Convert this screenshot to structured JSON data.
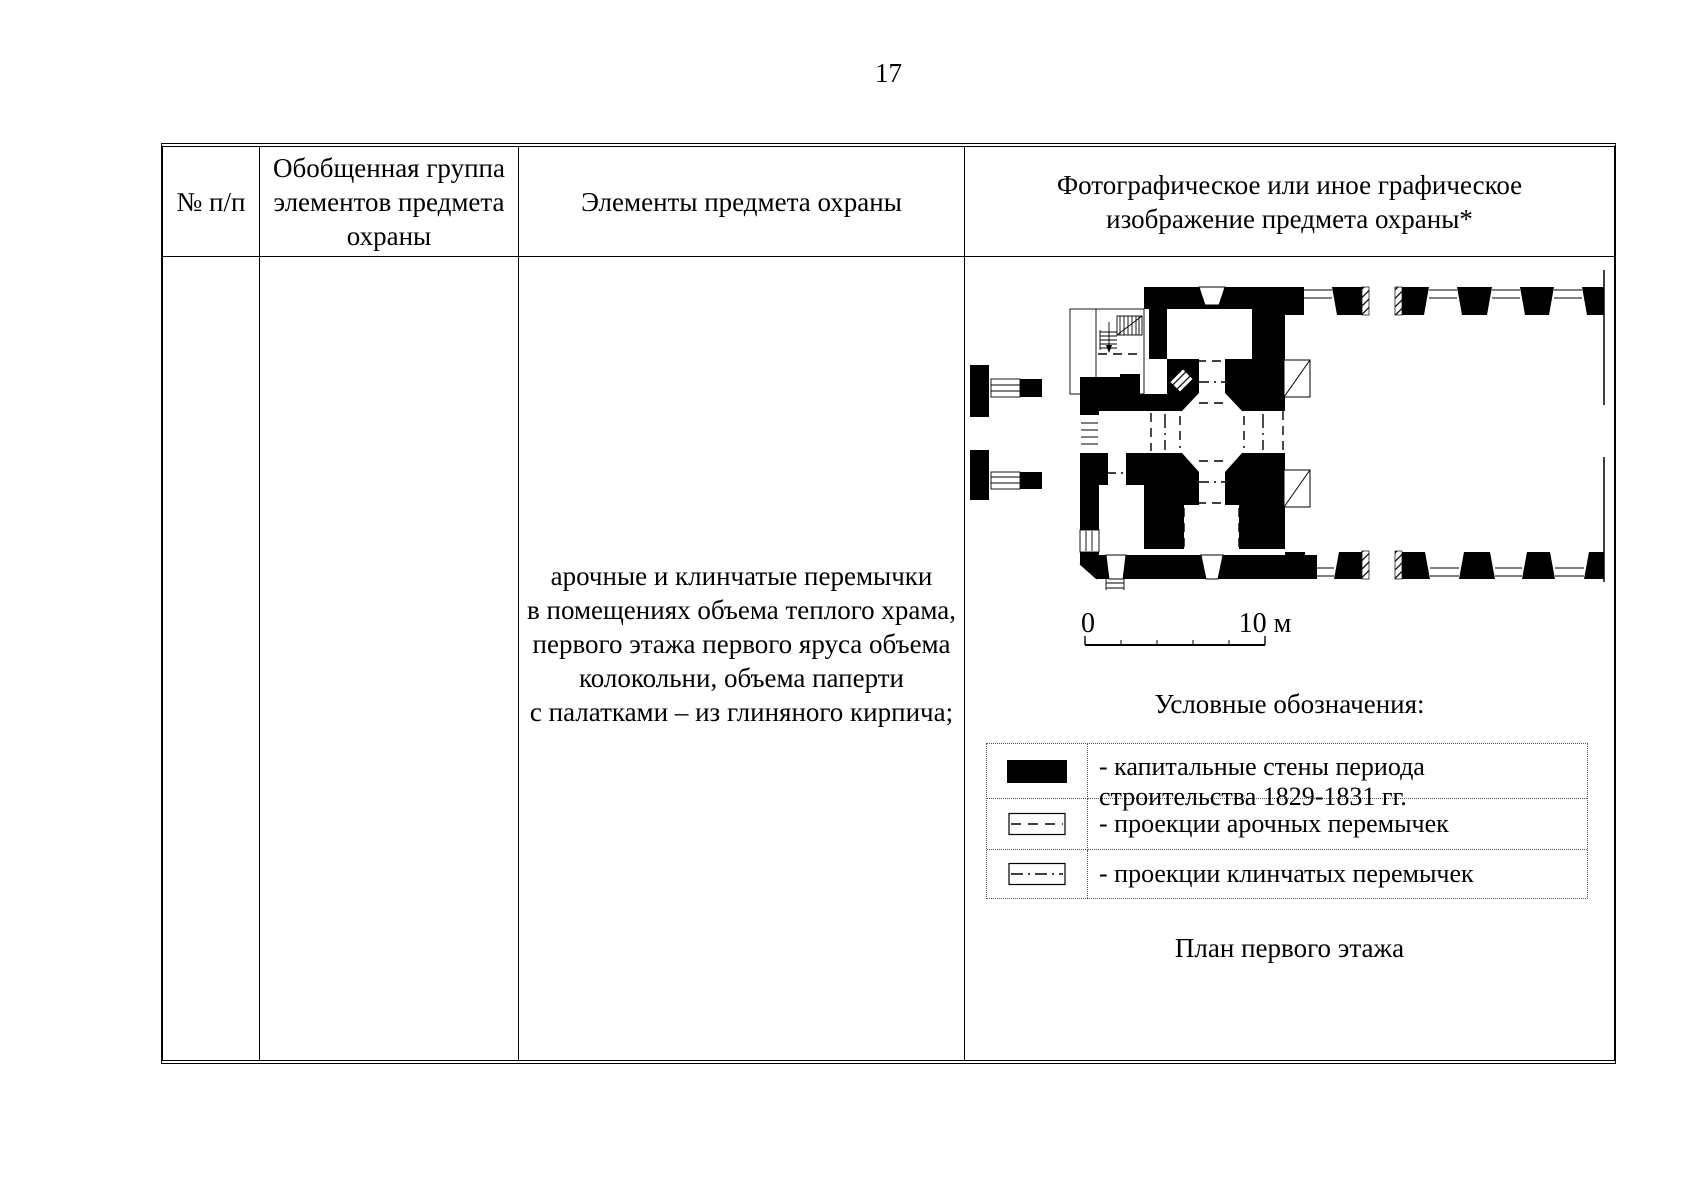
{
  "page": {
    "number": "17"
  },
  "table": {
    "headers": {
      "col1": "№ п/п",
      "col2": "Обобщенная группа элементов предмета охраны",
      "col3": "Элементы предмета охраны",
      "col4": "Фотографическое или иное графическое изображение предмета охраны*"
    },
    "row": {
      "number": "",
      "group": "",
      "elements_lines": [
        "арочные и клинчатые перемычки",
        "в помещениях объема теплого храма,",
        "первого этажа первого яруса объема",
        "колокольни, объема паперти",
        "с палатками – из глиняного кирпича;"
      ]
    }
  },
  "figure": {
    "type": "architectural-floor-plan",
    "scale_bar": {
      "start_label": "0",
      "end_label": "10 м"
    },
    "legend": {
      "title": "Условные обозначения:",
      "items": [
        {
          "swatch": "solid-black-wall",
          "label": "- капитальные стены периода строительства 1829-1831 гг."
        },
        {
          "swatch": "dashed-line",
          "label": "- проекции арочных перемычек"
        },
        {
          "swatch": "dash-dot-line",
          "label": "- проекции клинчатых перемычек"
        }
      ]
    },
    "caption": "План первого этажа"
  },
  "colors": {
    "ink": "#000000",
    "paper": "#ffffff"
  }
}
